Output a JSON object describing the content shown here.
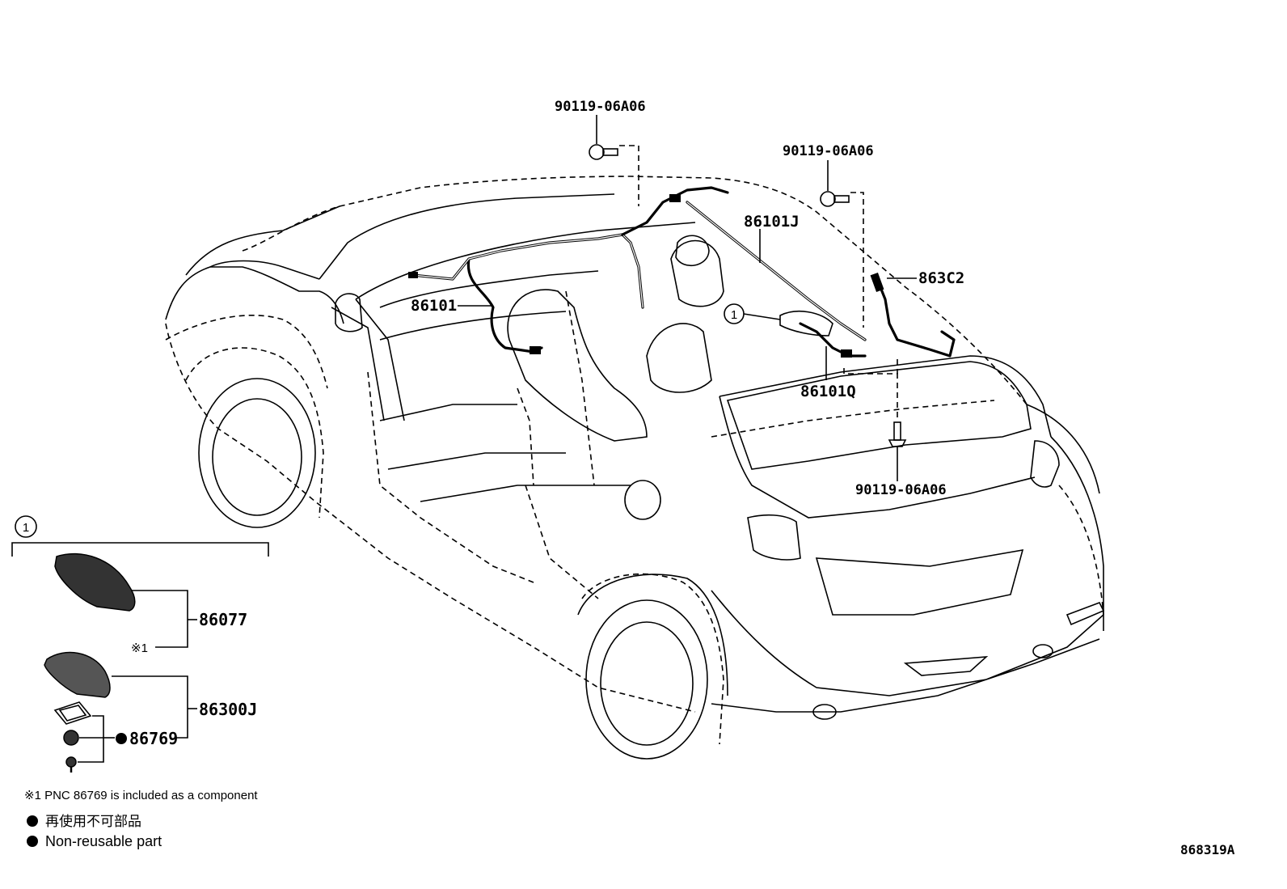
{
  "parts": {
    "bolt_top_front": "90119-06A06",
    "bolt_top_rear": "90119-06A06",
    "bolt_lower": "90119-06A06",
    "harness_main": "86101",
    "harness_roof": "86101J",
    "harness_rear": "86101Q",
    "antenna_cord": "863C2",
    "cover": "86077",
    "antenna_assy": "86300J",
    "pad": "86769"
  },
  "callout_ref": "1",
  "detail": {
    "ref_mark": "1",
    "note_mark": "※1"
  },
  "notes": {
    "component_note": "※1 PNC 86769 is included as a component",
    "nonreusable_jp": "再使用不可部品",
    "nonreusable_en": "Non-reusable part"
  },
  "illustration_id": "868319A",
  "icons": {
    "nonreusable_marker": "filled-circle-icon",
    "callout_marker": "circled-number-icon"
  }
}
